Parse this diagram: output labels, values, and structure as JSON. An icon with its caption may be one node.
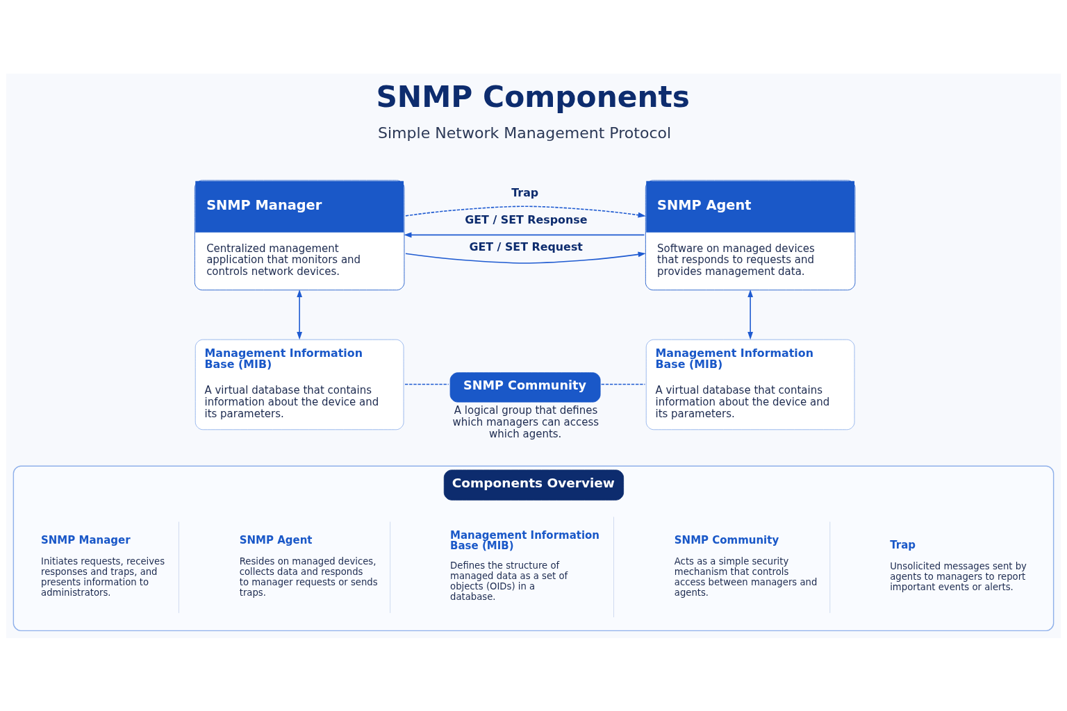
{
  "diagram": {
    "title": "SNMP Components",
    "nodes": [
      {
        "text": [
          "SNMP Manager",
          "Centralized management application that monitors and controls network devices."
        ]
      },
      {
        "text": [
          "SNMP Agent",
          "Software on managed devices that responds to requests and provides management data."
        ]
      },
      {
        "text": [
          "Management Information Base (MIB)",
          "A virtual database that contains information about the device and its parameters."
        ]
      },
      {
        "text": [
          "SNMP Community"
        ],
        "beside": [
          "A logical group that defines which managers can access which agents."
        ]
      },
      {
        "text": [
          "Management Information Base (MIB)",
          "A virtual database that contains information about the device and its parameters."
        ]
      },
      {
        "text": [
          "Components Overview"
        ]
      },
      {
        "text": [
          "SNMP Manager",
          "Initiates requests, receives responses and traps, and presents information to administrators."
        ],
        "in": 5
      },
      {
        "text": [
          "SNMP Agent",
          "Resides on managed devices, collects data and responds to manager requests or sends traps."
        ],
        "in": 5
      },
      {
        "text": [
          "Management Information Base (MIB)",
          "Defines the structure of managed data as a set of objects (OIDs) in a database."
        ],
        "in": 5
      },
      {
        "text": [
          "SNMP Community",
          "Acts as a simple security mechanism that controls access between managers and agents."
        ],
        "in": 5
      },
      {
        "text": [
          "Trap",
          "Unsolicited messages sent by agents to managers to report important events or alerts."
        ],
        "in": 5
      }
    ],
    "edges": [
      {
        "from": 0,
        "to": 1,
        "arrow": "to",
        "label": "GET / SET Request"
      },
      {
        "from": 1,
        "to": 0,
        "arrow": "to",
        "label": "GET / SET Response"
      },
      {
        "from": 0,
        "to": 1,
        "arrow": "to",
        "label": "Trap",
        "style": "dashed"
      },
      {
        "from": 0,
        "to": 2,
        "arrow": "both"
      },
      {
        "from": 1,
        "to": 4,
        "arrow": "both"
      },
      {
        "from": 2,
        "to": 3,
        "arrow": "none",
        "style": "dashed"
      },
      {
        "from": 3,
        "to": 4,
        "arrow": "none",
        "style": "dashed"
      }
    ],
    "labels": [
      "Simple Network Management Protocol"
    ]
  }
}
